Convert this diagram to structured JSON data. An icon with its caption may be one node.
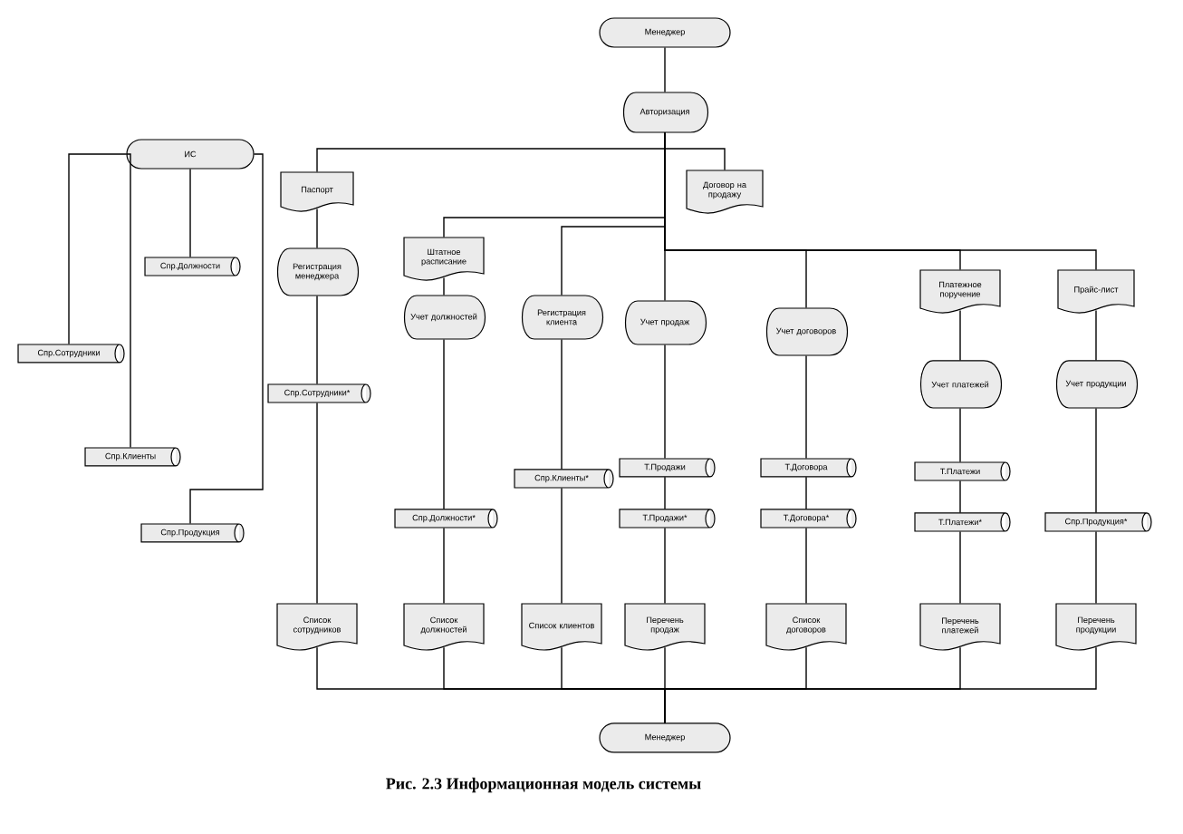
{
  "diagram": {
    "caption": "Рис. 2.3 Информационная модель системы",
    "nodes": [
      {
        "text": [
          "Менеджер"
        ]
      },
      {
        "text": [
          "Авторизация"
        ]
      },
      {
        "text": [
          "ИС"
        ]
      },
      {
        "text": [
          "Паспорт"
        ]
      },
      {
        "text": [
          "Договор на продажу"
        ]
      },
      {
        "text": [
          "Регистрация менеджера"
        ]
      },
      {
        "text": [
          "Штатное расписание"
        ]
      },
      {
        "text": [
          "Учет должностей"
        ]
      },
      {
        "text": [
          "Регистрация клиента"
        ]
      },
      {
        "text": [
          "Учет продаж"
        ]
      },
      {
        "text": [
          "Учет договоров"
        ]
      },
      {
        "text": [
          "Платежное поручение"
        ]
      },
      {
        "text": [
          "Прайс-лист"
        ]
      },
      {
        "text": [
          "Учет платежей"
        ]
      },
      {
        "text": [
          "Учет продукции"
        ]
      },
      {
        "text": [
          "Спр.Должности"
        ]
      },
      {
        "text": [
          "Спр.Сотрудники"
        ]
      },
      {
        "text": [
          "Спр.Сотрудники*"
        ]
      },
      {
        "text": [
          "Спр.Клиенты"
        ]
      },
      {
        "text": [
          "Спр.Клиенты*"
        ]
      },
      {
        "text": [
          "Т.Продажи"
        ]
      },
      {
        "text": [
          "Т.Договора"
        ]
      },
      {
        "text": [
          "Т.Платежи"
        ]
      },
      {
        "text": [
          "Спр.Продукция"
        ]
      },
      {
        "text": [
          "Спр.Должности*"
        ]
      },
      {
        "text": [
          "Т.Продажи*"
        ]
      },
      {
        "text": [
          "Т.Договора*"
        ]
      },
      {
        "text": [
          "Т.Платежи*"
        ]
      },
      {
        "text": [
          "Спр.Продукция*"
        ]
      },
      {
        "text": [
          "Список сотрудников"
        ]
      },
      {
        "text": [
          "Список должностей"
        ]
      },
      {
        "text": [
          "Список клиентов"
        ]
      },
      {
        "text": [
          "Перечень продаж"
        ]
      },
      {
        "text": [
          "Список договоров"
        ]
      },
      {
        "text": [
          "Перечень платежей"
        ]
      },
      {
        "text": [
          "Перечень продукции"
        ]
      },
      {
        "text": [
          "Менеджер"
        ]
      }
    ],
    "edges": [
      {
        "from": 0,
        "to": 1,
        "arrow": "none"
      },
      {
        "from": 1,
        "to": 3,
        "arrow": "none"
      },
      {
        "from": 1,
        "to": 4,
        "arrow": "none"
      },
      {
        "from": 1,
        "to": 6,
        "arrow": "none"
      },
      {
        "from": 1,
        "to": 8,
        "arrow": "none"
      },
      {
        "from": 1,
        "to": 9,
        "arrow": "none"
      },
      {
        "from": 1,
        "to": 10,
        "arrow": "none"
      },
      {
        "from": 1,
        "to": 11,
        "arrow": "none"
      },
      {
        "from": 1,
        "to": 12,
        "arrow": "none"
      },
      {
        "from": 3,
        "to": 5,
        "arrow": "none"
      },
      {
        "from": 5,
        "to": 17,
        "arrow": "none"
      },
      {
        "from": 6,
        "to": 7,
        "arrow": "none"
      },
      {
        "from": 7,
        "to": 24,
        "arrow": "none"
      },
      {
        "from": 8,
        "to": 19,
        "arrow": "none"
      },
      {
        "from": 9,
        "to": 20,
        "arrow": "none"
      },
      {
        "from": 10,
        "to": 21,
        "arrow": "none"
      },
      {
        "from": 11,
        "to": 13,
        "arrow": "none"
      },
      {
        "from": 12,
        "to": 14,
        "arrow": "none"
      },
      {
        "from": 13,
        "to": 22,
        "arrow": "none"
      },
      {
        "from": 14,
        "to": 28,
        "arrow": "none"
      },
      {
        "from": 2,
        "to": 15,
        "arrow": "none"
      },
      {
        "from": 2,
        "to": 16,
        "arrow": "none"
      },
      {
        "from": 2,
        "to": 18,
        "arrow": "none"
      },
      {
        "from": 2,
        "to": 23,
        "arrow": "none"
      },
      {
        "from": 17,
        "to": 29,
        "arrow": "none"
      },
      {
        "from": 24,
        "to": 30,
        "arrow": "none"
      },
      {
        "from": 19,
        "to": 31,
        "arrow": "none"
      },
      {
        "from": 20,
        "to": 25,
        "arrow": "none"
      },
      {
        "from": 25,
        "to": 32,
        "arrow": "none"
      },
      {
        "from": 21,
        "to": 26,
        "arrow": "none"
      },
      {
        "from": 26,
        "to": 33,
        "arrow": "none"
      },
      {
        "from": 22,
        "to": 27,
        "arrow": "none"
      },
      {
        "from": 27,
        "to": 34,
        "arrow": "none"
      },
      {
        "from": 28,
        "to": 35,
        "arrow": "none"
      },
      {
        "from": 29,
        "to": 36,
        "arrow": "none"
      },
      {
        "from": 30,
        "to": 36,
        "arrow": "none"
      },
      {
        "from": 31,
        "to": 36,
        "arrow": "none"
      },
      {
        "from": 32,
        "to": 36,
        "arrow": "none"
      },
      {
        "from": 33,
        "to": 36,
        "arrow": "none"
      },
      {
        "from": 34,
        "to": 36,
        "arrow": "none"
      },
      {
        "from": 35,
        "to": 36,
        "arrow": "none"
      }
    ]
  }
}
